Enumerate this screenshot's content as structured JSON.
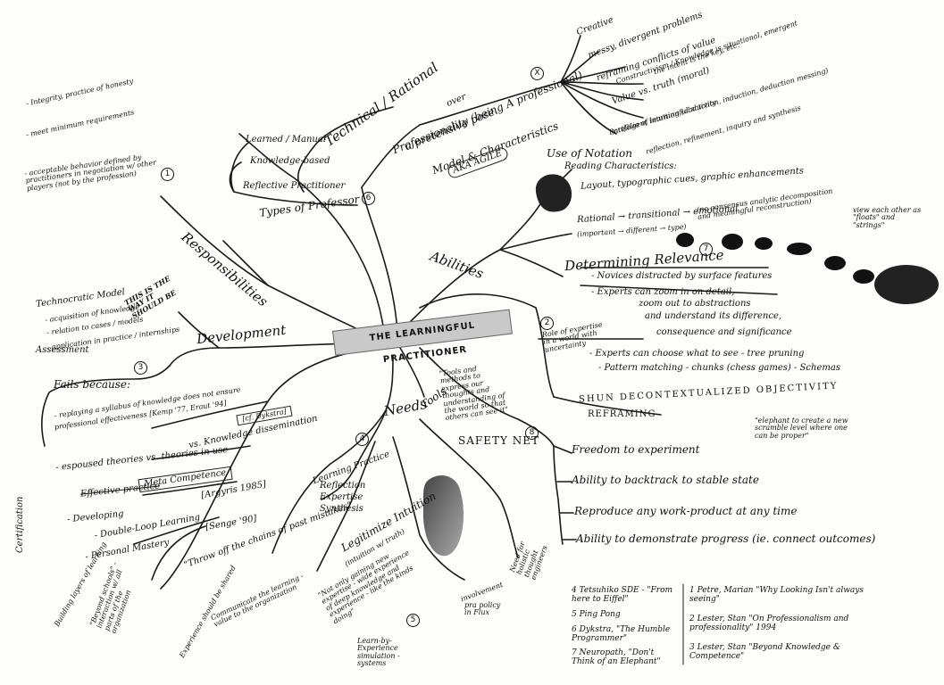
{
  "center": "THE LEARNINGFUL PRACTITIONER",
  "technical": {
    "heading": "Technical / Rational",
    "professionality": "Professionality (being A professional)",
    "over": "over",
    "pretension": "a pretensive pose.",
    "model": "Model & Characteristics",
    "aka": "AKA AGILE",
    "types": "Types of Professor",
    "type_items": [
      "Learned / Manual",
      "Knowledge-based",
      "Reflective Practitioner"
    ],
    "characteristics": [
      "Creative",
      "messy, divergent problems",
      "reframing conflicts of value",
      "Constructivism / Knowledge is situational, emergent",
      "the intent is the key, etc.",
      "Value vs. truth (moral)",
      "intelligent intuition (abduction, induction, deduction messing)",
      "Portfolio of learningful activity",
      "reflection, refinement, inquiry and synthesis"
    ]
  },
  "left_notes": [
    "- Integrity, practice of honesty",
    "- meet minimum requirements",
    "- acceptable behavior defined by practitioners in negotiation w/ other players (not by the profession)"
  ],
  "responsibilities": "Responsibilities",
  "development": {
    "label": "Development",
    "technocratic": "Technocratic Model",
    "tech_items": [
      "- acquisition of knowledge",
      "- relation to cases / models",
      "- application in practice / internships"
    ],
    "this_way": "THIS IS THE WAY IT SHOULD BE",
    "assessment": "Assessment",
    "fails": "Fails because:",
    "fails_items": [
      "- replaying a syllabus of knowledge does not ensure",
      "professional effectiveness [Kemp '77, Eraut '94]"
    ],
    "certification": "Certification",
    "espoused": "- espoused theories vs. theories in use",
    "knowledge_diss": "vs. Knowledge dissemination",
    "dykstra": "[cf. Dykstra]",
    "effective_practice": "Effective practice",
    "meta": "Meta Competence",
    "developing": "- Developing",
    "double_loop": "- Double-Loop Learning",
    "argyris": "[Argyris 1985]",
    "personal": "- Personal Mastery",
    "senge": "[Senge '90]",
    "building": "Building layers of learning",
    "beyond": "\"Beyond schools\" - interaction w/ all parts of the organization",
    "throw_off": "\"Throw off the chains of past mistakes\"",
    "communicate": "Communicate the learning - value to the organization",
    "experience": "Experience should be shared"
  },
  "needs": {
    "label": "Needs",
    "learning": "Learning Practice",
    "reflection": [
      "Reflection",
      "Expertise",
      "Synthesis"
    ],
    "legitimize": "Legitimize Intuition",
    "intuition_sub": "(intuition w/ truth)",
    "not_only": "\"Not only gaining new expertise - wide experience of deep knowledge and experience - like the kinds doing\"",
    "learn_by": "Learn-by-Experience simulation - systems",
    "involvement": "involvement",
    "pr_flux": "pra policy in Flux",
    "need_for": "Need for holistic thought engineers"
  },
  "tools": {
    "label": "Tools",
    "quote": "\"Tools and methods to express our thoughts and understanding of the world so that others can see it\""
  },
  "abilities": {
    "label": "Abilities",
    "use": "Use of Notation",
    "reading": "Reading Characteristics:",
    "layout": "Layout, typographic cues, graphic enhancements",
    "rational": "Rational → transitional → emotional",
    "rational2": "(important → different → type)",
    "analytic": "(no consensus analytic decomposition and meaningful reconstruction)",
    "view": "view each other as \"floats\" and \"strings\"",
    "relevance": "Determining Relevance",
    "novices": "- Novices distracted by surface features",
    "experts1": "- Experts can zoom in on detail,",
    "experts1b": "zoom out to abstractions",
    "understand": "and understand its difference,",
    "consequence": "consequence and significance",
    "experts2": "- Experts can choose what to see - tree pruning",
    "pattern": "- Pattern matching - chunks (chess games) - Schemas",
    "role": "Role of expertise in a world with uncertainty",
    "shun": "SHUN DECONTEXTUALIZED OBJECTIVITY",
    "reframing": "REFRAMING",
    "elephant": "\"elephant to create a new scramble level where one can be proper\""
  },
  "safety": {
    "label": "SAFETY NET",
    "items": [
      "Freedom to experiment",
      "Ability to backtrack to stable state",
      "Reproduce any work-product at any time",
      "Ability to demonstrate progress (ie. connect outcomes)"
    ]
  },
  "references": [
    {
      "num": "1",
      "text": "Petre, Marian \"Why Looking Isn't always seeing\""
    },
    {
      "num": "2",
      "text": "Lester, Stan \"On Professionalism and professionality\" 1994"
    },
    {
      "num": "3",
      "text": "Lester, Stan \"Beyond Knowledge & Competence\""
    },
    {
      "num": "4",
      "text": "Tetsuhiko SDE - \"From here to Eiffel\""
    },
    {
      "num": "5",
      "text": "Ping Pong"
    },
    {
      "num": "6",
      "text": "Dykstra, \"The Humble Programmer\""
    },
    {
      "num": "7",
      "text": "Neuropath, \"Don't Think of an Elephant\""
    }
  ],
  "markers": [
    "1",
    "2",
    "3",
    "4",
    "5",
    "6",
    "7",
    "8",
    "X"
  ],
  "colors": {
    "ink": "#111111",
    "paper": "#fdfdfb",
    "highlight": "#c9c9c9",
    "blot": "#222222"
  }
}
